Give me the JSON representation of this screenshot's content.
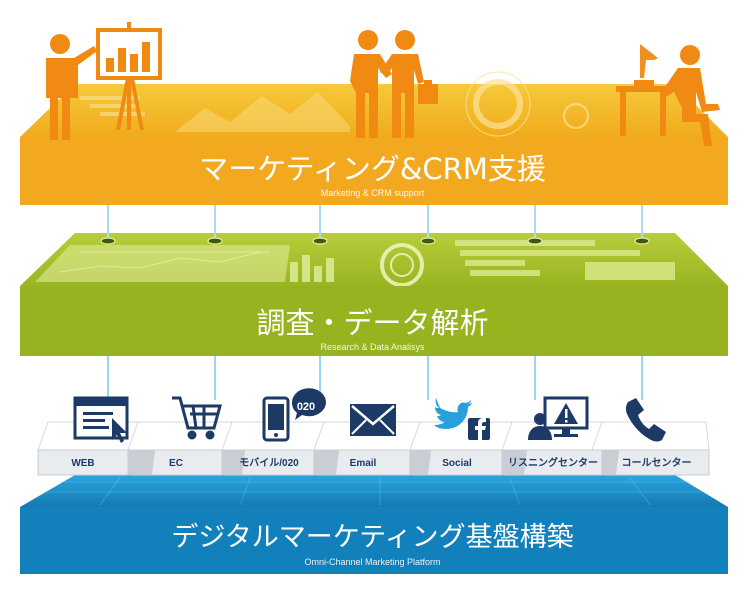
{
  "colors": {
    "marketing_layer": "#f2a91f",
    "research_layer": "#95b320",
    "platform_layer": "#1480b8",
    "figure_orange": "#f08a12",
    "channel_navy": "#1d3a66",
    "connector_blue": "#8fd0f0"
  },
  "layers": [
    {
      "title": "マーケティング&CRM支援",
      "subtitle": "Marketing & CRM support"
    },
    {
      "title": "調査・データ解析",
      "subtitle": "Research & Data Analisys"
    },
    {
      "title": "デジタルマーケティング基盤構築",
      "subtitle": "Omni-Channel Marketing Platform"
    }
  ],
  "channels": [
    {
      "label": "WEB",
      "icon": "browser-window-icon"
    },
    {
      "label": "EC",
      "icon": "shopping-cart-icon"
    },
    {
      "label": "モバイル/020",
      "icon": "mobile-phone-icon",
      "badge": "020"
    },
    {
      "label": "Email",
      "icon": "envelope-icon"
    },
    {
      "label": "Social",
      "icon": "twitter-facebook-icon"
    },
    {
      "label": "リスニングセンター",
      "icon": "alert-monitor-icon"
    },
    {
      "label": "コールセンター",
      "icon": "telephone-icon"
    }
  ],
  "figures": [
    "presenter-figure",
    "handshake-figures",
    "desk-worker-figure"
  ]
}
